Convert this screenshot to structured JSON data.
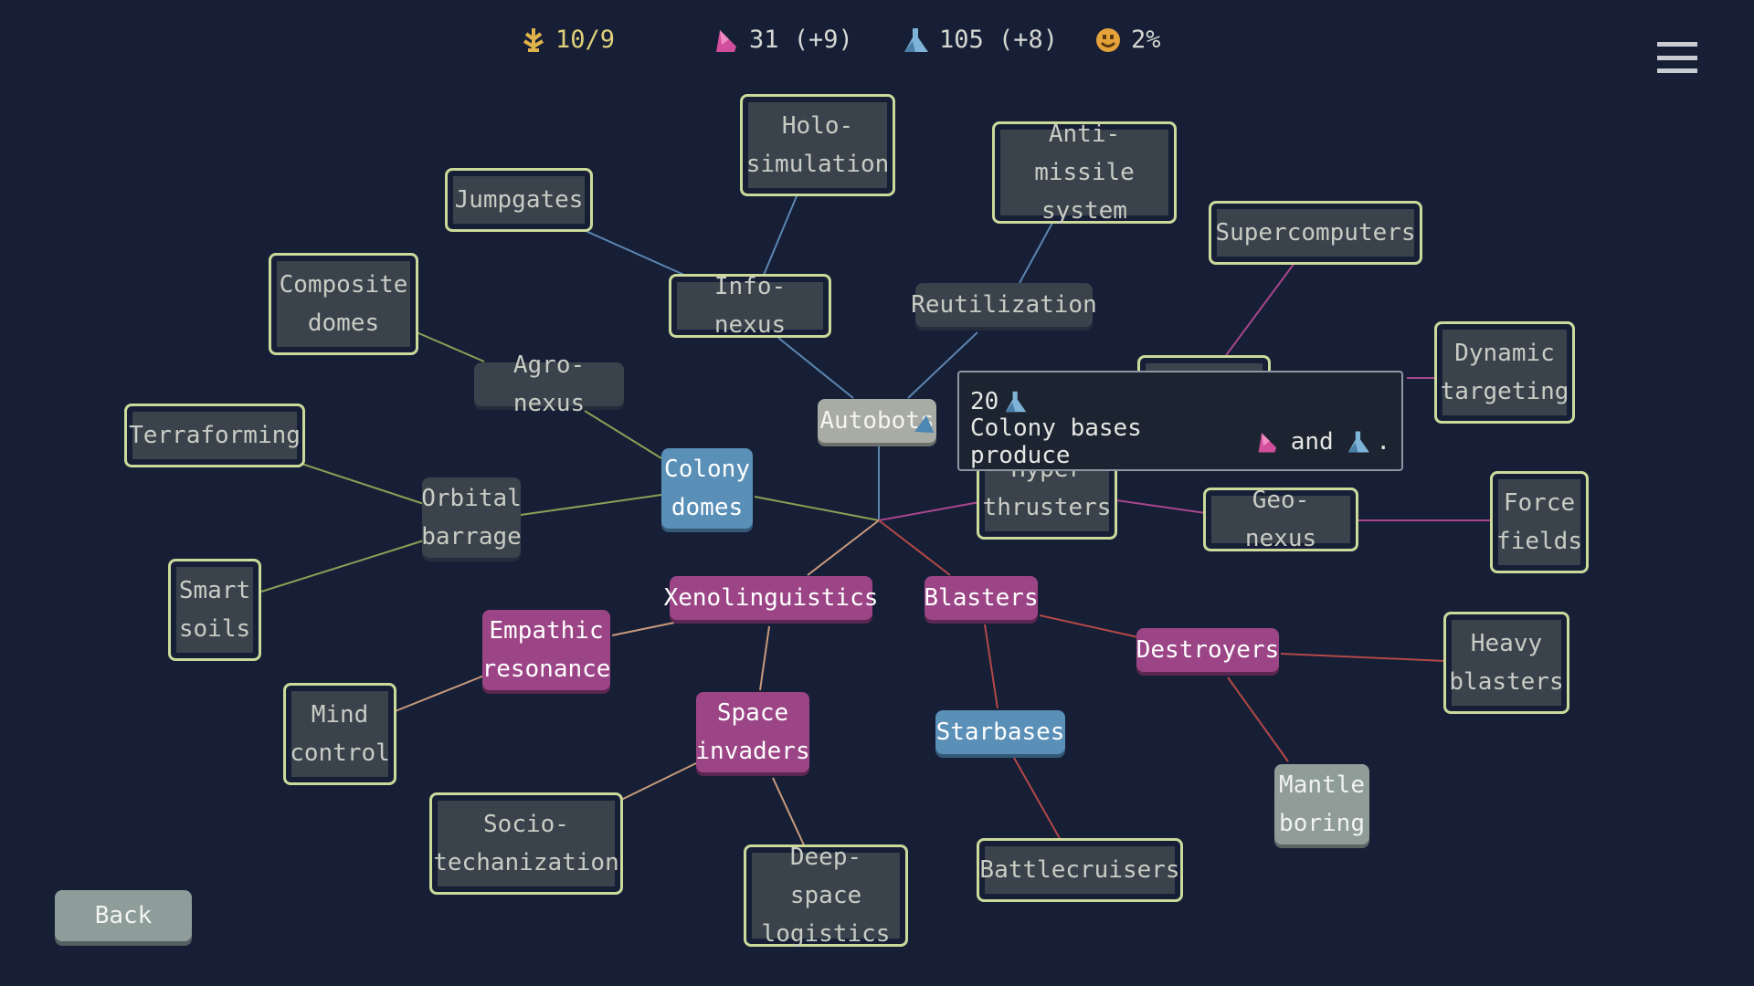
{
  "resources": {
    "food": "10/9",
    "crystals": "31 (+9)",
    "science": "105 (+8)",
    "happiness": "2%"
  },
  "colors": {
    "background": "#161f36",
    "line_green": "#8aa055",
    "line_blue": "#5b86b0",
    "line_red": "#b44848",
    "line_magenta": "#a8468e",
    "line_tan": "#c99a7c",
    "node_border": "#cbd99a"
  },
  "icons": [
    "food-icon",
    "crystal-icon",
    "science-flask-icon",
    "happiness-face-icon",
    "menu-icon"
  ],
  "back_label": "Back",
  "tooltip": {
    "cost": "20",
    "text_before": "Colony bases produce",
    "text_and": "and",
    "text_end": "."
  },
  "nodes": {
    "holo": "Holo-\nsimulation",
    "antimissile": "Anti-missile\nsystem",
    "jumpgates": "Jumpgates",
    "supercomputers": "Supercomputers",
    "composite": "Composite\ndomes",
    "infonexus": "Info-nexus",
    "reutilization": "Reutilization",
    "dynamic": "Dynamic\ntargeting",
    "agronexus": "Agro-nexus",
    "autobots": "Autobots",
    "terraforming": "Terraforming",
    "colonydomes": "Colony\ndomes",
    "orbital": "Orbital\nbarrage",
    "hyper": "Hyper\nthrusters",
    "geonexus": "Geo-nexus",
    "force": "Force\nfields",
    "smart": "Smart\nsoils",
    "xeno": "Xenolinguistics",
    "blasters": "Blasters",
    "empathic": "Empathic\nresonance",
    "destroyers": "Destroyers",
    "heavy": "Heavy\nblasters",
    "mind": "Mind\ncontrol",
    "space": "Space\ninvaders",
    "starbases": "Starbases",
    "mantle": "Mantle\nboring",
    "socio": "Socio-\ntechanization",
    "deepspace": "Deep-space\nlogistics",
    "battlecruisers": "Battlecruisers"
  }
}
